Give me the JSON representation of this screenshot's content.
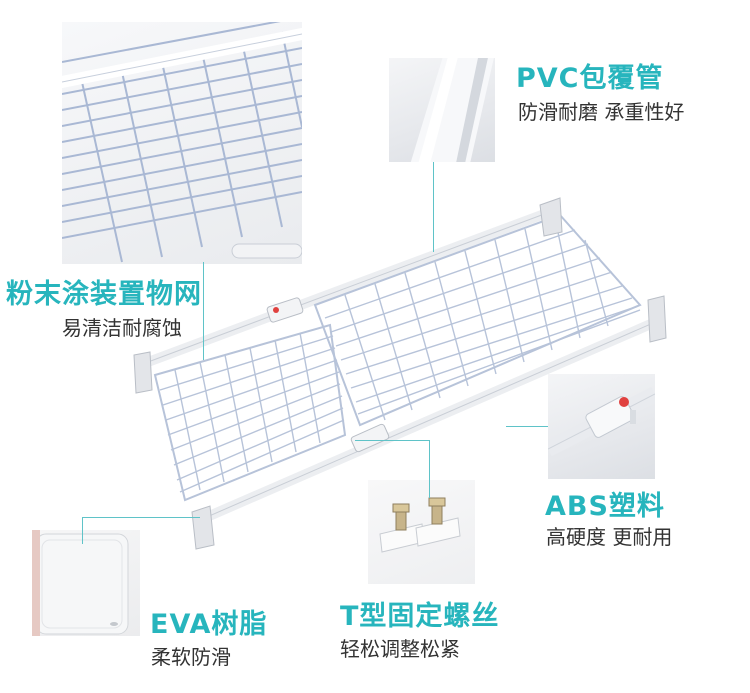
{
  "features": {
    "pvc": {
      "title": "PVC包覆管",
      "subtitle": "防滑耐磨 承重性好"
    },
    "mesh": {
      "title": "粉末涂装置物网",
      "subtitle": "易清洁耐腐蚀"
    },
    "abs": {
      "title": "ABS塑料",
      "subtitle": "高硬度 更耐用"
    },
    "eva": {
      "title": "EVA树脂",
      "subtitle": "柔软防滑"
    },
    "screw": {
      "title": "T型固定螺丝",
      "subtitle": "轻松调整松紧"
    }
  },
  "colors": {
    "accent": "#27b5bd",
    "wire": "#b9c6dc",
    "text": "#333333"
  },
  "icons": [
    "wire-grid-closeup",
    "pvc-tube-closeup",
    "abs-connector-closeup",
    "t-screw-closeup",
    "eva-pad-closeup",
    "expandable-shelf"
  ]
}
